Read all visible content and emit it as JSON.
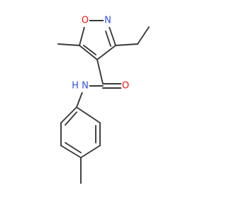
{
  "molecule": {
    "atoms": {
      "O1": "O",
      "N2": "N",
      "N_amide": "N",
      "H_amide": "H",
      "O_carbonyl": "O"
    }
  },
  "colors": {
    "bond": "#3a3a3a",
    "oxygen": "#ff0d0d",
    "nitrogen": "#3050f8",
    "hydrogen": "#3050f8",
    "background": "#ffffff"
  }
}
